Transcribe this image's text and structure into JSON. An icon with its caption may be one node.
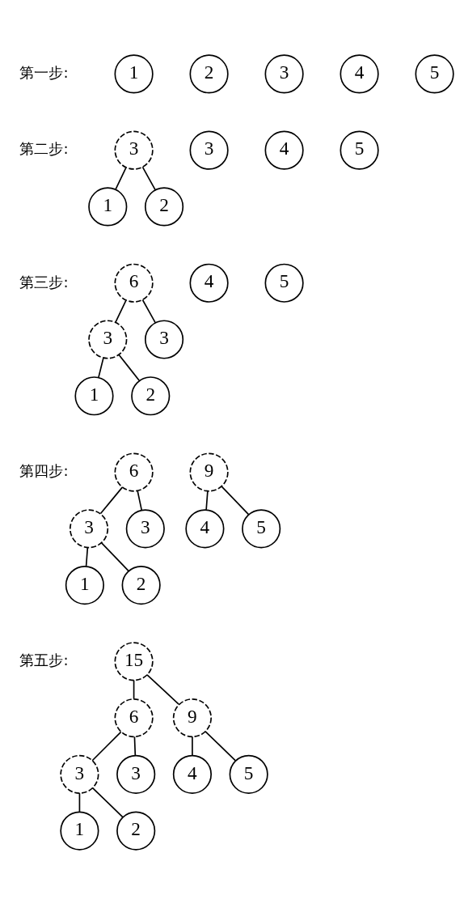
{
  "diagram": {
    "nodes": [
      {
        "text": [
          "1"
        ]
      },
      {
        "text": [
          "2"
        ]
      },
      {
        "text": [
          "3"
        ]
      },
      {
        "text": [
          "4"
        ]
      },
      {
        "text": [
          "5"
        ]
      },
      {
        "text": [
          "3"
        ]
      },
      {
        "text": [
          "3"
        ]
      },
      {
        "text": [
          "4"
        ]
      },
      {
        "text": [
          "5"
        ]
      },
      {
        "text": [
          "1"
        ]
      },
      {
        "text": [
          "2"
        ]
      },
      {
        "text": [
          "6"
        ]
      },
      {
        "text": [
          "4"
        ]
      },
      {
        "text": [
          "5"
        ]
      },
      {
        "text": [
          "3"
        ]
      },
      {
        "text": [
          "3"
        ]
      },
      {
        "text": [
          "1"
        ]
      },
      {
        "text": [
          "2"
        ]
      },
      {
        "text": [
          "6"
        ]
      },
      {
        "text": [
          "9"
        ]
      },
      {
        "text": [
          "3"
        ]
      },
      {
        "text": [
          "3"
        ]
      },
      {
        "text": [
          "4"
        ]
      },
      {
        "text": [
          "5"
        ]
      },
      {
        "text": [
          "1"
        ]
      },
      {
        "text": [
          "2"
        ]
      },
      {
        "text": [
          "15"
        ]
      },
      {
        "text": [
          "6"
        ]
      },
      {
        "text": [
          "9"
        ]
      },
      {
        "text": [
          "3"
        ]
      },
      {
        "text": [
          "3"
        ]
      },
      {
        "text": [
          "4"
        ]
      },
      {
        "text": [
          "5"
        ]
      },
      {
        "text": [
          "1"
        ]
      },
      {
        "text": [
          "2"
        ]
      }
    ],
    "edges": [
      {
        "from": 5,
        "to": 9,
        "arrow": "none"
      },
      {
        "from": 5,
        "to": 10,
        "arrow": "none"
      },
      {
        "from": 11,
        "to": 14,
        "arrow": "none"
      },
      {
        "from": 11,
        "to": 15,
        "arrow": "none"
      },
      {
        "from": 14,
        "to": 16,
        "arrow": "none"
      },
      {
        "from": 14,
        "to": 17,
        "arrow": "none"
      },
      {
        "from": 18,
        "to": 20,
        "arrow": "none"
      },
      {
        "from": 18,
        "to": 21,
        "arrow": "none"
      },
      {
        "from": 19,
        "to": 22,
        "arrow": "none"
      },
      {
        "from": 19,
        "to": 23,
        "arrow": "none"
      },
      {
        "from": 20,
        "to": 24,
        "arrow": "none"
      },
      {
        "from": 20,
        "to": 25,
        "arrow": "none"
      },
      {
        "from": 26,
        "to": 27,
        "arrow": "none"
      },
      {
        "from": 26,
        "to": 28,
        "arrow": "none"
      },
      {
        "from": 27,
        "to": 29,
        "arrow": "none"
      },
      {
        "from": 27,
        "to": 30,
        "arrow": "none"
      },
      {
        "from": 28,
        "to": 31,
        "arrow": "none"
      },
      {
        "from": 28,
        "to": 32,
        "arrow": "none"
      },
      {
        "from": 29,
        "to": 33,
        "arrow": "none"
      },
      {
        "from": 29,
        "to": 34,
        "arrow": "none"
      }
    ],
    "labels": [
      "第一步:",
      "第二步:",
      "第三步:",
      "第四步:",
      "第五步:"
    ]
  }
}
